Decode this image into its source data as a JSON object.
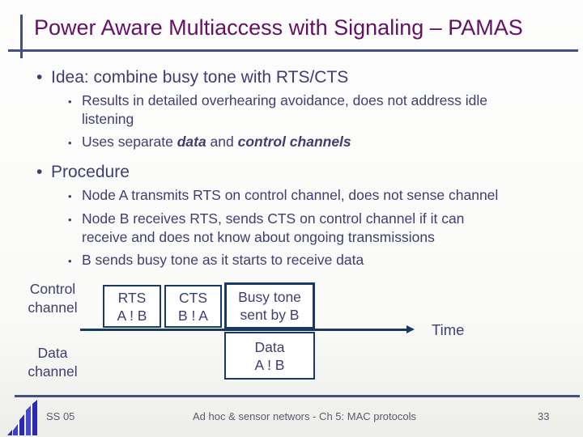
{
  "title": "Power Aware Multiaccess with Signaling – PAMAS",
  "bullet_char": "•",
  "bullets": {
    "idea": {
      "label": "Idea: combine busy tone with RTS/CTS",
      "sub1_line1": "Results in detailed overhearing avoidance, does not address idle",
      "sub1_line2": "listening",
      "sub2_pre": "Uses separate ",
      "sub2_em1": "data",
      "sub2_mid": " and ",
      "sub2_em2": "control channels"
    },
    "procedure": {
      "label": "Procedure",
      "sub1": "Node A transmits RTS on control channel, does not sense channel",
      "sub2_line1": "Node B receives RTS, sends CTS on control channel if it can",
      "sub2_line2": "receive and does not know about ongoing transmissions",
      "sub3": "B sends busy tone as it starts to receive data"
    }
  },
  "diagram": {
    "control_label_line1": "Control",
    "control_label_line2": "channel",
    "data_label_line1": "Data",
    "data_label_line2": "channel",
    "boxes": {
      "rts": {
        "line1": "RTS",
        "line2": "A ! B"
      },
      "cts": {
        "line1": "CTS",
        "line2": "B ! A"
      },
      "busy": {
        "line1": "Busy tone",
        "line2": "sent by B"
      },
      "data": {
        "line1": "Data",
        "line2": "A ! B"
      }
    },
    "time_label": "Time"
  },
  "footer": {
    "left": "SS 05",
    "center": "Ad hoc & sensor networs - Ch 5: MAC protocols",
    "page": "33"
  },
  "colors": {
    "title_purple": "#651065",
    "body_text_blue": "#3e3e72",
    "box_border_navy": "#1a3a66",
    "accent_line_slate": "#44507f",
    "footer_gray": "#5a5a74",
    "logo_blue": "#2a2ab0"
  }
}
